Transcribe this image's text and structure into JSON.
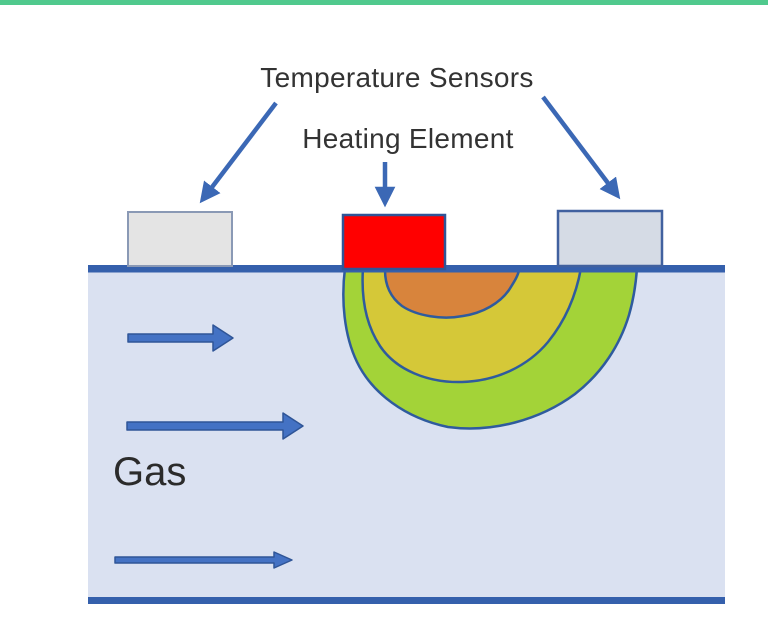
{
  "page": {
    "accent_bar_color": "#50c98d",
    "background_color": "#ffffff"
  },
  "labels": {
    "temperature_sensors": "Temperature Sensors",
    "heating_element": "Heating Element",
    "gas": "Gas"
  },
  "colors": {
    "wall_blue": "#3560ac",
    "channel_fill": "#dae1f1",
    "leader_blue": "#3b68b5",
    "flow_arrow_fill": "#4472c4",
    "flow_arrow_stroke": "#2f5597",
    "sensor_left_fill": "#e4e4e4",
    "sensor_left_border": "#8a99b5",
    "sensor_right_fill": "#d5dbe5",
    "sensor_right_border": "#41619f",
    "heater_fill": "#ff0000",
    "heater_border": "#2f5597",
    "plume_outer_green": "#a3d338",
    "plume_middle_yellow": "#d5c838",
    "plume_inner_orange": "#d8843c",
    "plume_outline": "#2f5b9e",
    "label_text": "#333333"
  }
}
